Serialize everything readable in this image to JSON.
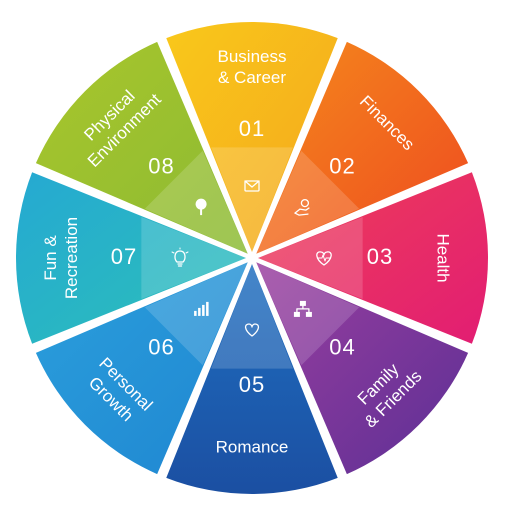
{
  "wheel": {
    "segments": [
      {
        "number": "01",
        "label_lines": [
          "Business",
          "& Career"
        ],
        "color": "#f7b81a",
        "icon": "envelope-icon"
      },
      {
        "number": "02",
        "label_lines": [
          "Finances"
        ],
        "color": "#f4721d",
        "icon": "money-hand-icon"
      },
      {
        "number": "03",
        "label_lines": [
          "Health"
        ],
        "color": "#e9226b",
        "icon": "heartbeat-icon"
      },
      {
        "number": "04",
        "label_lines": [
          "Family",
          "& Friends"
        ],
        "color": "#7a3aa0",
        "icon": "family-tree-icon"
      },
      {
        "number": "05",
        "label_lines": [
          "Romance"
        ],
        "color": "#1c5fb2",
        "icon": "heart-icon"
      },
      {
        "number": "06",
        "label_lines": [
          "Personal",
          "Growth"
        ],
        "color": "#2596d8",
        "icon": "growth-chart-icon"
      },
      {
        "number": "07",
        "label_lines": [
          "Fun &",
          "Recreation"
        ],
        "color": "#27b5c4",
        "icon": "lightbulb-icon"
      },
      {
        "number": "08",
        "label_lines": [
          "Physical",
          "Environment"
        ],
        "color": "#9cc02d",
        "icon": "tree-icon"
      }
    ]
  }
}
